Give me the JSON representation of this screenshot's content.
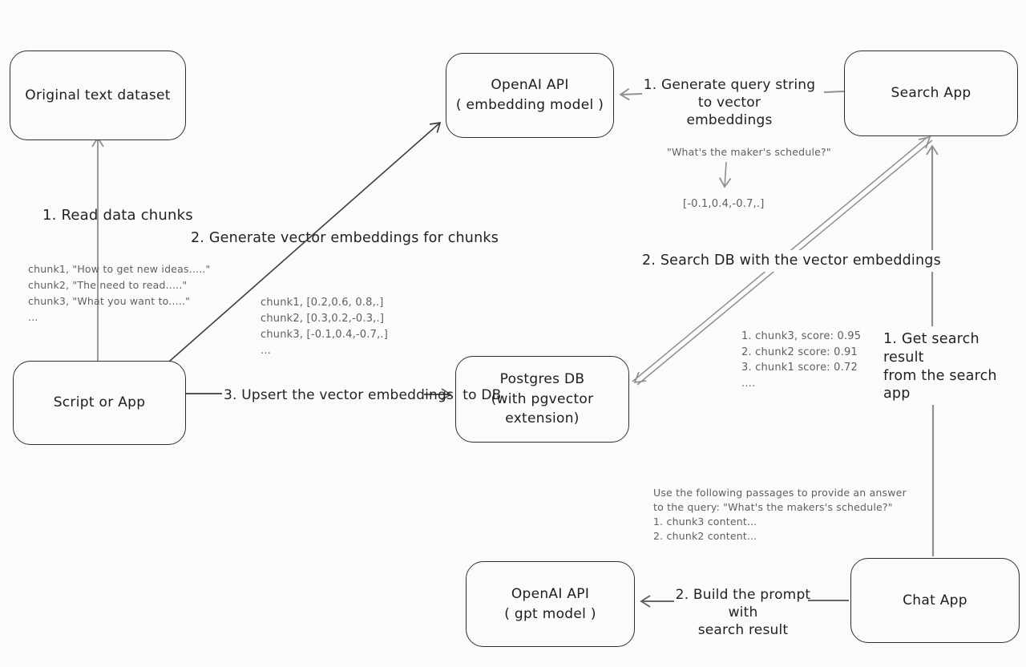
{
  "diagram": {
    "nodes": {
      "original_dataset": "Original text dataset",
      "embedding_api": "OpenAI API\n( embedding model )",
      "search_app": "Search App",
      "script_app": "Script or App",
      "postgres_db": "Postgres DB\n(with pgvector extension)",
      "gpt_api": "OpenAI API\n( gpt model )",
      "chat_app": "Chat App"
    },
    "edge_labels": {
      "read_chunks": "1. Read data chunks",
      "generate_embeddings": "2. Generate vector embeddings for chunks",
      "upsert": "3. Upsert the vector embeddings  to DB",
      "query_to_vector": "1. Generate query string to vector\nembeddings",
      "search_db": "2. Search DB with the vector embeddings",
      "get_search_result": "1. Get search result\nfrom the search app",
      "build_prompt": "2. Build the prompt with\nsearch result"
    },
    "annotations": {
      "source_chunks": "chunk1, \"How to get new ideas.....\"\nchunk2, \"The need to read.....\"\nchunk3, \"What you want to.....\"\n...",
      "chunk_embeddings": "chunk1, [0.2,0.6, 0.8,.]\nchunk2, [0.3,0.2,-0.3,.]\nchunk3, [-0.1,0.4,-0.7,.]\n...",
      "query_string": "\"What's the maker's schedule?\"",
      "query_embedding": "[-0.1,0.4,-0.7,.]",
      "search_scores": "1. chunk3, score: 0.95\n2. chunk2 score: 0.91\n3. chunk1 score: 0.72\n....",
      "prompt_preview": "Use the following passages to provide an answer\nto the query: \"What's the makers's schedule?\"\n1. chunk3 content...\n2. chunk2 content..."
    },
    "colors": {
      "ink": "#2f2f2f",
      "muted_text": "#5f5f5f",
      "arrow_gray": "#8f8f8f",
      "arrow_dark": "#3d3d3d",
      "background": "#fbfbf9"
    }
  }
}
